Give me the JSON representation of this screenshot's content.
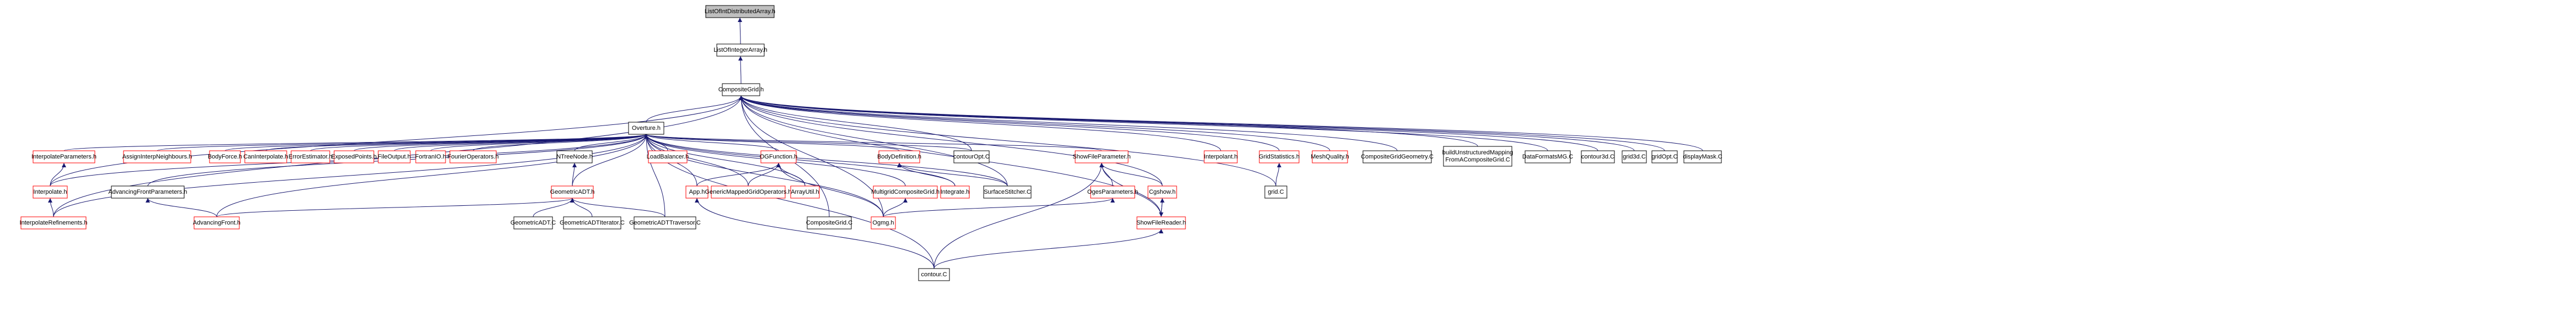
{
  "colors": {
    "edge": "#191970",
    "red_border": "#ff0000",
    "black_border": "#000000",
    "root_fill": "#bfbfbf",
    "node_fill": "#ffffff",
    "text": "#000000"
  },
  "nodes": [
    {
      "id": "ListOfIntDistributedArray",
      "label": "ListOfIntDistributedArray.h",
      "style": "root"
    },
    {
      "id": "ListOfIntegerArray",
      "label": "ListOfIntegerArray.h",
      "style": "black"
    },
    {
      "id": "CompositeGrid",
      "label": "CompositeGrid.h",
      "style": "black"
    },
    {
      "id": "Overture",
      "label": "Overture.h",
      "style": "black"
    },
    {
      "id": "InterpolateParameters",
      "label": "InterpolateParameters.h",
      "style": "red"
    },
    {
      "id": "AssignInterpNeighbours",
      "label": "AssignInterpNeighbours.h",
      "style": "red"
    },
    {
      "id": "BodyForce",
      "label": "BodyForce.h",
      "style": "red"
    },
    {
      "id": "CanInterpolate",
      "label": "CanInterpolate.h",
      "style": "red"
    },
    {
      "id": "ErrorEstimator",
      "label": "ErrorEstimator.h",
      "style": "red"
    },
    {
      "id": "ExposedPoints",
      "label": "ExposedPoints.h",
      "style": "red"
    },
    {
      "id": "FileOutput",
      "label": "FileOutput.h",
      "style": "red"
    },
    {
      "id": "FortranIO",
      "label": "FortranIO.h",
      "style": "red"
    },
    {
      "id": "FourierOperators",
      "label": "FourierOperators.h",
      "style": "red"
    },
    {
      "id": "NTreeNode",
      "label": "NTreeNode.h",
      "style": "black"
    },
    {
      "id": "LoadBalancer",
      "label": "LoadBalancer.h",
      "style": "red"
    },
    {
      "id": "OGFunction",
      "label": "OGFunction.h",
      "style": "red"
    },
    {
      "id": "BodyDefinition",
      "label": "BodyDefinition.h",
      "style": "red"
    },
    {
      "id": "contourOptC",
      "label": "contourOpt.C",
      "style": "black"
    },
    {
      "id": "ShowFileParameter",
      "label": "ShowFileParameter.h",
      "style": "red"
    },
    {
      "id": "Interpolant",
      "label": "Interpolant.h",
      "style": "red"
    },
    {
      "id": "GridStatistics",
      "label": "GridStatistics.h",
      "style": "red"
    },
    {
      "id": "MeshQuality",
      "label": "MeshQuality.h",
      "style": "red"
    },
    {
      "id": "CompositeGridGeometry",
      "label": "CompositeGridGeometry.C",
      "style": "black"
    },
    {
      "id": "buildUnstructured",
      "label": "buildUnstructuredMapping\nFromACompositeGrid.C",
      "style": "black"
    },
    {
      "id": "DataFormatsMG",
      "label": "DataFormatsMG.C",
      "style": "black"
    },
    {
      "id": "contour3d",
      "label": "contour3d.C",
      "style": "black"
    },
    {
      "id": "grid3d",
      "label": "grid3d.C",
      "style": "black"
    },
    {
      "id": "gridOpt",
      "label": "gridOpt.C",
      "style": "black"
    },
    {
      "id": "displayMask",
      "label": "displayMask.C",
      "style": "black"
    },
    {
      "id": "Interpolate",
      "label": "Interpolate.h",
      "style": "red"
    },
    {
      "id": "AdvancingFrontParameters",
      "label": "AdvancingFrontParameters.h",
      "style": "black"
    },
    {
      "id": "GeometricADT",
      "label": "GeometricADT.h",
      "style": "red"
    },
    {
      "id": "App",
      "label": "App.h",
      "style": "red"
    },
    {
      "id": "GenericMappedGridOperators",
      "label": "GenericMappedGridOperators.h",
      "style": "red"
    },
    {
      "id": "ArrayUtil",
      "label": "ArrayUtil.h",
      "style": "red"
    },
    {
      "id": "MultigridCompositeGrid",
      "label": "MultigridCompositeGrid.h",
      "style": "red"
    },
    {
      "id": "Integrate",
      "label": "Integrate.h",
      "style": "red"
    },
    {
      "id": "SurfaceStitcher",
      "label": "SurfaceStitcher.C",
      "style": "black"
    },
    {
      "id": "OgesParameters",
      "label": "OgesParameters.h",
      "style": "red"
    },
    {
      "id": "Cgshow",
      "label": "Cgshow.h",
      "style": "red"
    },
    {
      "id": "gridC",
      "label": "grid.C",
      "style": "black"
    },
    {
      "id": "InterpolateRefinements",
      "label": "InterpolateRefinements.h",
      "style": "red"
    },
    {
      "id": "AdvancingFront",
      "label": "AdvancingFront.h",
      "style": "red"
    },
    {
      "id": "GeometricADTC",
      "label": "GeometricADT.C",
      "style": "black"
    },
    {
      "id": "GeometricADTIterator",
      "label": "GeometricADTIterator.C",
      "style": "black"
    },
    {
      "id": "GeometricADTTraversor",
      "label": "GeometricADTTraversor.C",
      "style": "black"
    },
    {
      "id": "CompositeGridC",
      "label": "CompositeGrid.C",
      "style": "black"
    },
    {
      "id": "Ogmg",
      "label": "Ogmg.h",
      "style": "red"
    },
    {
      "id": "ShowFileReader",
      "label": "ShowFileReader.h",
      "style": "red"
    },
    {
      "id": "contourC",
      "label": "contour.C",
      "style": "black"
    }
  ],
  "edges": [
    [
      "ListOfIntDistributedArray",
      "ListOfIntegerArray"
    ],
    [
      "ListOfIntegerArray",
      "CompositeGrid"
    ],
    [
      "CompositeGrid",
      "Overture"
    ],
    [
      "CompositeGrid",
      "contourOptC"
    ],
    [
      "CompositeGrid",
      "Interpolant"
    ],
    [
      "CompositeGrid",
      "GridStatistics"
    ],
    [
      "CompositeGrid",
      "MeshQuality"
    ],
    [
      "CompositeGrid",
      "CompositeGridGeometry"
    ],
    [
      "CompositeGrid",
      "buildUnstructured"
    ],
    [
      "CompositeGrid",
      "DataFormatsMG"
    ],
    [
      "CompositeGrid",
      "contour3d"
    ],
    [
      "CompositeGrid",
      "grid3d"
    ],
    [
      "CompositeGrid",
      "gridOpt"
    ],
    [
      "CompositeGrid",
      "displayMask"
    ],
    [
      "CompositeGrid",
      "gridC"
    ],
    [
      "CompositeGrid",
      "Cgshow"
    ],
    [
      "CompositeGrid",
      "ShowFileReader"
    ],
    [
      "CompositeGrid",
      "SurfaceStitcher"
    ],
    [
      "CompositeGrid",
      "CompositeGridC"
    ],
    [
      "CompositeGrid",
      "Ogmg"
    ],
    [
      "CompositeGrid",
      "InterpolateRefinements"
    ],
    [
      "CompositeGrid",
      "Interpolate"
    ],
    [
      "Overture",
      "InterpolateParameters"
    ],
    [
      "Overture",
      "AssignInterpNeighbours"
    ],
    [
      "Overture",
      "BodyForce"
    ],
    [
      "Overture",
      "CanInterpolate"
    ],
    [
      "Overture",
      "ErrorEstimator"
    ],
    [
      "Overture",
      "ExposedPoints"
    ],
    [
      "Overture",
      "FileOutput"
    ],
    [
      "Overture",
      "FortranIO"
    ],
    [
      "Overture",
      "FourierOperators"
    ],
    [
      "Overture",
      "NTreeNode"
    ],
    [
      "Overture",
      "LoadBalancer"
    ],
    [
      "Overture",
      "OGFunction"
    ],
    [
      "Overture",
      "BodyDefinition"
    ],
    [
      "Overture",
      "contourOptC"
    ],
    [
      "Overture",
      "ShowFileParameter"
    ],
    [
      "Overture",
      "Interpolate"
    ],
    [
      "Overture",
      "InterpolateRefinements"
    ],
    [
      "Overture",
      "AdvancingFrontParameters"
    ],
    [
      "Overture",
      "AdvancingFront"
    ],
    [
      "Overture",
      "GeometricADT"
    ],
    [
      "Overture",
      "GeometricADTTraversor"
    ],
    [
      "Overture",
      "App"
    ],
    [
      "Overture",
      "GenericMappedGridOperators"
    ],
    [
      "Overture",
      "ArrayUtil"
    ],
    [
      "Overture",
      "MultigridCompositeGrid"
    ],
    [
      "Overture",
      "Integrate"
    ],
    [
      "Overture",
      "SurfaceStitcher"
    ],
    [
      "Overture",
      "Ogmg"
    ],
    [
      "Overture",
      "contourC"
    ],
    [
      "InterpolateParameters",
      "Interpolate"
    ],
    [
      "Interpolate",
      "InterpolateRefinements"
    ],
    [
      "AdvancingFrontParameters",
      "AdvancingFront"
    ],
    [
      "NTreeNode",
      "GeometricADT"
    ],
    [
      "GeometricADT",
      "AdvancingFront"
    ],
    [
      "GeometricADT",
      "GeometricADTC"
    ],
    [
      "GeometricADT",
      "GeometricADTIterator"
    ],
    [
      "GeometricADT",
      "GeometricADTTraversor"
    ],
    [
      "OGFunction",
      "App"
    ],
    [
      "OGFunction",
      "GenericMappedGridOperators"
    ],
    [
      "OGFunction",
      "ArrayUtil"
    ],
    [
      "OGFunction",
      "Ogmg"
    ],
    [
      "App",
      "contourC"
    ],
    [
      "BodyDefinition",
      "Integrate"
    ],
    [
      "BodyDefinition",
      "SurfaceStitcher"
    ],
    [
      "MultigridCompositeGrid",
      "Ogmg"
    ],
    [
      "ShowFileParameter",
      "OgesParameters"
    ],
    [
      "ShowFileParameter",
      "Cgshow"
    ],
    [
      "ShowFileParameter",
      "ShowFileReader"
    ],
    [
      "ShowFileParameter",
      "contourC"
    ],
    [
      "OgesParameters",
      "Ogmg"
    ],
    [
      "Cgshow",
      "ShowFileReader"
    ],
    [
      "ShowFileReader",
      "Cgshow"
    ],
    [
      "ShowFileReader",
      "contourC"
    ],
    [
      "GridStatistics",
      "gridC"
    ]
  ]
}
